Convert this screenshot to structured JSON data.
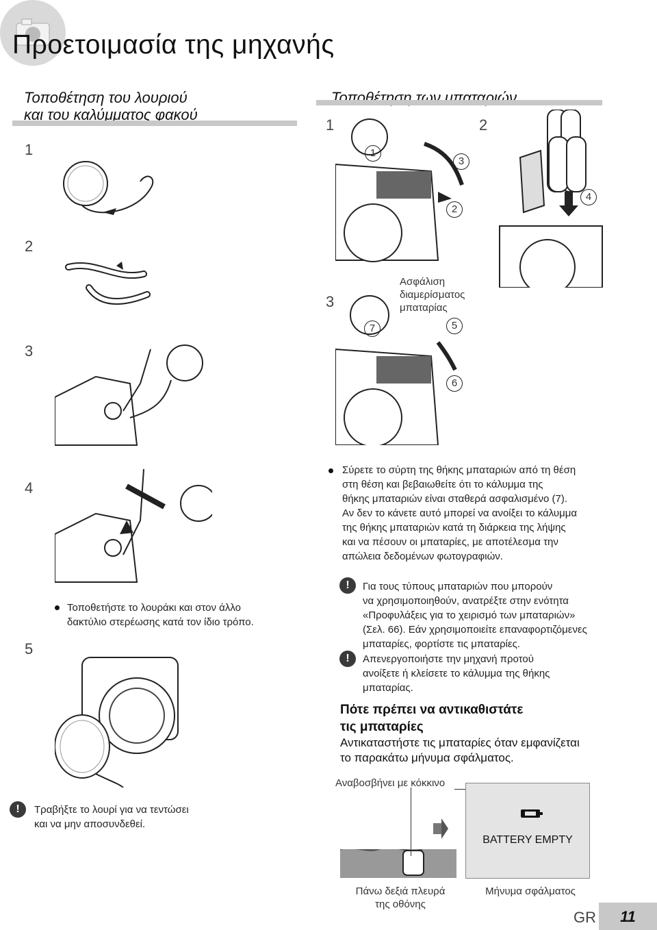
{
  "page": {
    "title": "Προετοιμασία της μηχανής",
    "language_label": "GR",
    "page_number": "11"
  },
  "left_section": {
    "title_line1": "Τοποθέτηση του λουριού",
    "title_line2": "και του καλύμματος φακού",
    "steps": [
      "1",
      "2",
      "3",
      "4",
      "5"
    ],
    "step5_bullet_line1": "Τοποθετήστε το λουράκι και στον άλλο",
    "step5_bullet_line2": "δακτύλιο στερέωσης κατά τον ίδιο τρόπο.",
    "note_line1": "Τραβήξτε το λουρί για να τεντώσει",
    "note_line2": "και να μην αποσυνδεθεί."
  },
  "right_section": {
    "title": "Τοποθέτηση των μπαταριών",
    "steps": [
      "1",
      "2",
      "3"
    ],
    "callout_line1": "Ασφάλιση",
    "callout_line2": "διαμερίσματος",
    "callout_line3": "μπαταρίας",
    "markers": [
      "1",
      "2",
      "3",
      "4",
      "5",
      "6",
      "7"
    ],
    "bullet_lines": [
      "Σύρετε το σύρτη της θήκης μπαταριών από τη θέση",
      "στη θέση      και βεβαιωθείτε ότι το κάλυμμα της",
      "θήκης μπαταριών είναι σταθερά ασφαλισμένο (7).",
      "Αν δεν το κάνετε αυτό μπορεί να ανοίξει το κάλυμμα",
      "της θήκης μπαταριών κατά τη διάρκεια της λήψης",
      "και να πέσουν οι μπαταρίες, με αποτέλεσμα την",
      "απώλεια δεδομένων φωτογραφιών."
    ],
    "caution1_lines": [
      "Για τους τύπους μπαταριών που μπορούν",
      "να χρησιμοποιηθούν, ανατρέξτε στην ενότητα",
      "«Προφυλάξεις για το χειρισμό των μπαταριών»",
      "(Σελ. 66). Εάν χρησιμοποιείτε επαναφορτιζόμενες",
      "μπαταρίες, φορτίστε τις μπαταρίες."
    ],
    "caution2_lines": [
      "Απενεργοποιήστε την μηχανή προτού",
      "ανοίξετε ή κλείσετε το κάλυμμα της θήκης",
      "μπαταρίας."
    ],
    "replace_heading_line1": "Πότε πρέπει να αντικαθιστάτε",
    "replace_heading_line2": "τις μπαταρίες",
    "replace_text_line1": "Αντικαταστήστε τις μπαταρίες όταν εμφανίζεται",
    "replace_text_line2": "το παρακάτω μήνυμα σφάλματος.",
    "blink_label": "Αναβοσβήνει με κόκκινο",
    "error_message": "BATTERY EMPTY",
    "caption_screen_line1": "Πάνω δεξιά πλευρά",
    "caption_screen_line2": "της οθόνης",
    "caption_error": "Μήνυμα σφάλματος"
  },
  "icons": [
    "camera-badge-icon",
    "warning-icon",
    "battery-icon",
    "arrow-right-icon"
  ]
}
